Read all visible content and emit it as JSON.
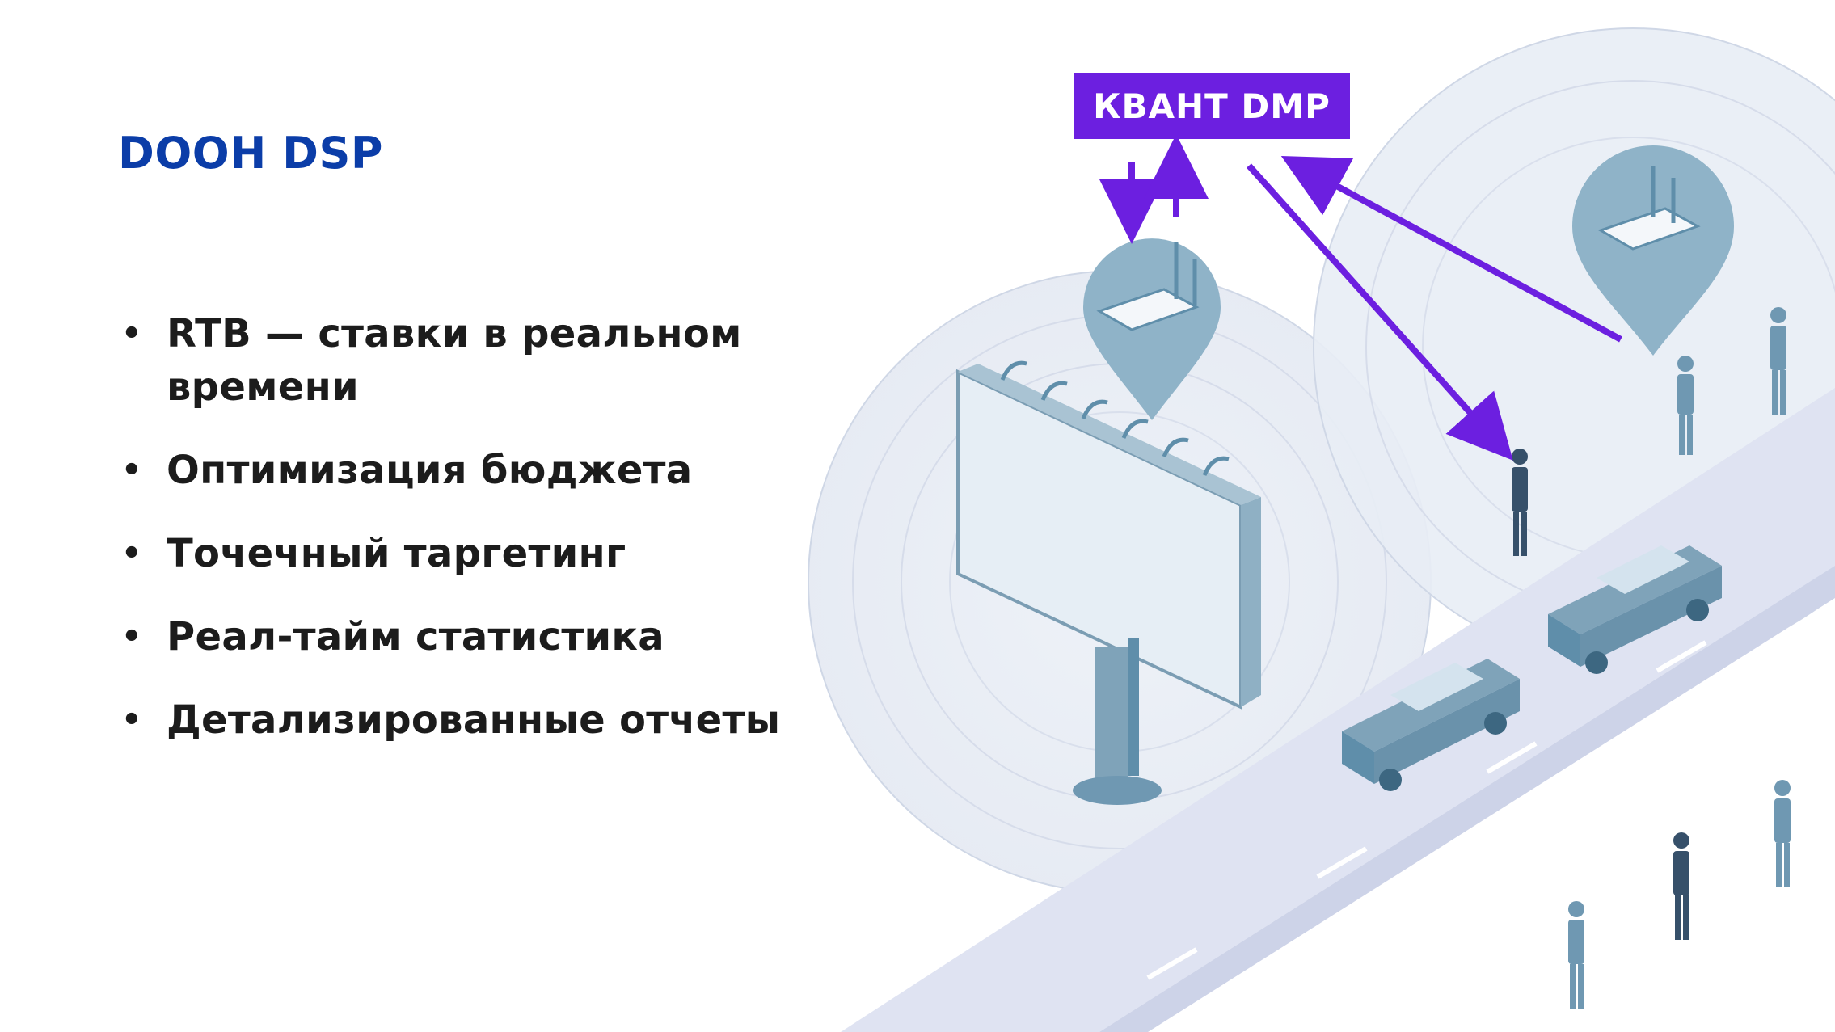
{
  "title": "DOOH DSP",
  "bullets": [
    "RTB — ставки в реальном времени",
    "Оптимизация бюджета",
    "Точечный таргетинг",
    "Реал-тайм статистика",
    "Детализированные отчеты"
  ],
  "diagram": {
    "dmp_label": "КВАНТ DMP"
  },
  "colors": {
    "title": "#0b3da8",
    "accent": "#6c1fe0",
    "illustration": "#5f8eaa",
    "road": "#dfe3f2"
  },
  "icons": [
    "router-icon",
    "billboard-icon",
    "car-icon",
    "person-icon",
    "arrow-icon"
  ]
}
